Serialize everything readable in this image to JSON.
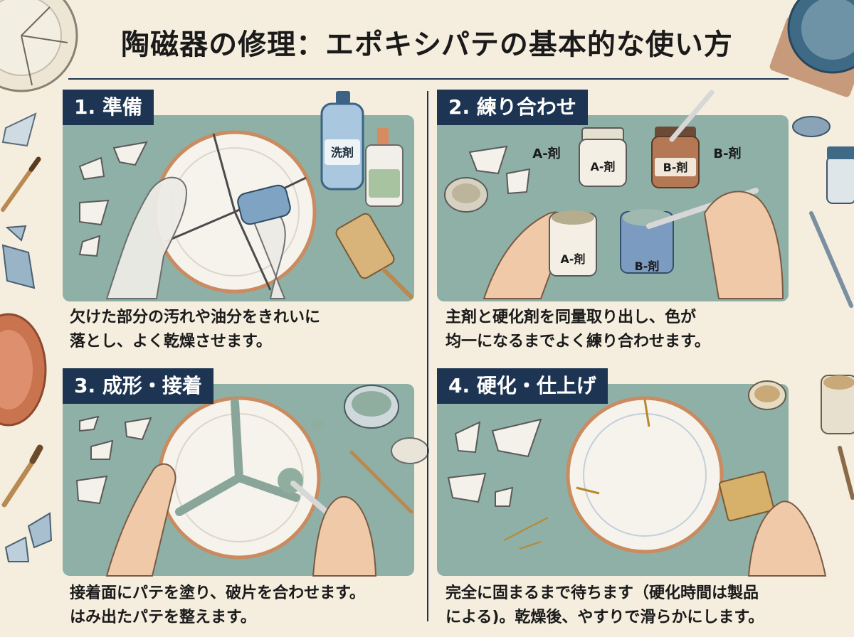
{
  "title": "陶磁器の修理：エポキシパテの基本的な使い方",
  "colors": {
    "background": "#f5eedf",
    "heading": "#1d3552",
    "panel": "#8fb0a6",
    "gold": "#b8872e"
  },
  "steps": [
    {
      "heading": "1. 準備",
      "caption_lines": [
        "欠けた部分の汚れや油分をきれいに",
        "落とし、よく乾燥させます。"
      ],
      "labels": {
        "detergent": "洗剤"
      }
    },
    {
      "heading": "2. 練り合わせ",
      "caption_lines": [
        "主剤と硬化剤を同量取り出し、色が",
        "均一になるまでよく練り合わせます。"
      ],
      "labels": {
        "agent_a_floating": "A-剤",
        "agent_b_floating": "B-剤",
        "jar_a_label": "A-剤",
        "jar_b_label": "B-剤",
        "jar_a_small_label": "A-剤",
        "jar_b_small_label": "B-剤"
      }
    },
    {
      "heading": "3. 成形・接着",
      "caption_lines": [
        "接着面にパテを塗り、破片を合わせます。",
        "はみ出たパテを整えます。"
      ]
    },
    {
      "heading": "4. 硬化・仕上げ",
      "caption_lines": [
        "完全に固まるまで待ちます（硬化時間は製品",
        "による)。乾燥後、やすりで滑らかにします。"
      ]
    }
  ]
}
